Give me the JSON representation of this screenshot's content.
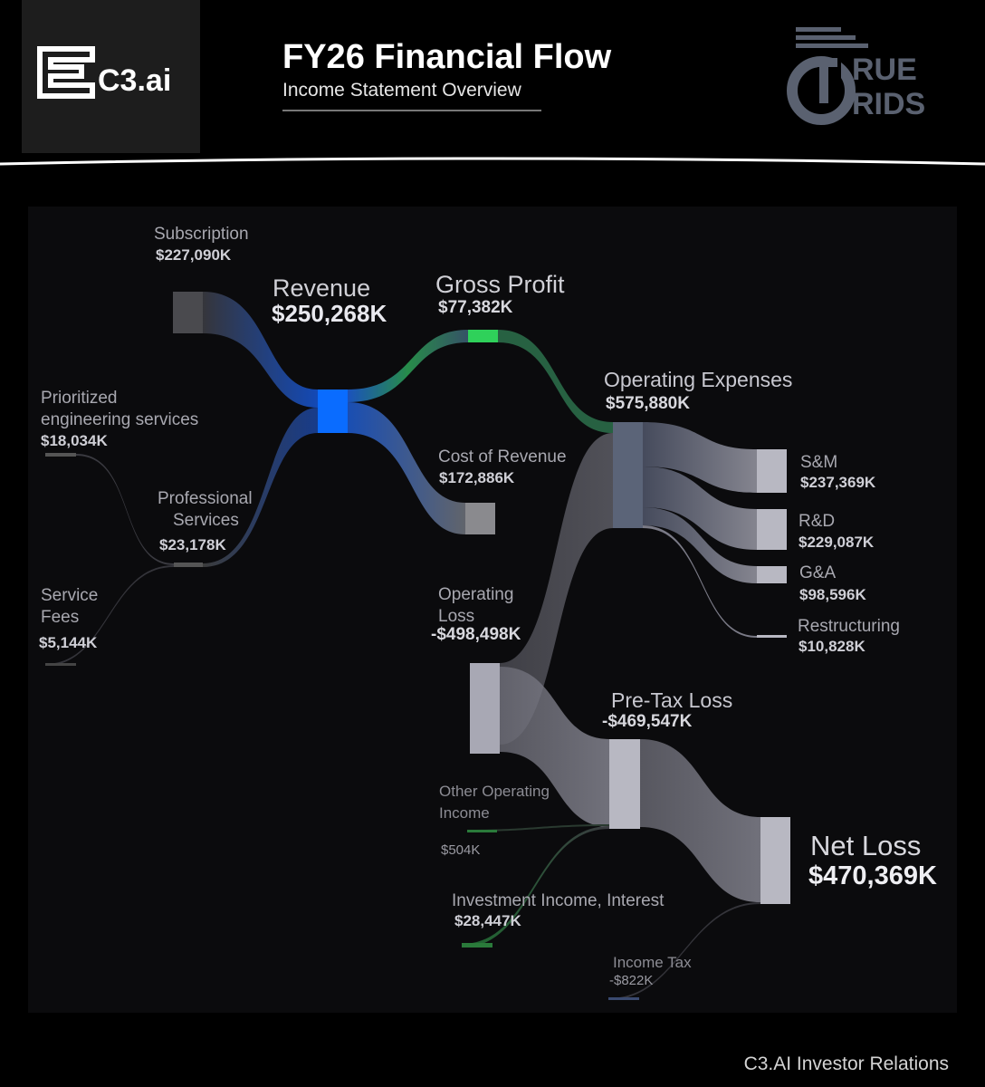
{
  "header": {
    "logo_text": "C3.ai",
    "title": "FY26 Financial Flow",
    "subtitle": "Income Statement Overview",
    "brand_logo": "TRUE GRIDS",
    "brand_line1": "RUE",
    "brand_line2": "RIDS"
  },
  "nodes": {
    "subscription": {
      "name": "Subscription",
      "value": "$227,090K"
    },
    "prioritized": {
      "name_line1": "Prioritized",
      "name_line2": "engineering services",
      "value": "$18,034K"
    },
    "professional": {
      "name_line1": "Professional",
      "name_line2": "Services",
      "value": "$23,178K"
    },
    "service_fees": {
      "name_line1": "Service",
      "name_line2": "Fees",
      "value": "$5,144K"
    },
    "revenue": {
      "name": "Revenue",
      "value": "$250,268K"
    },
    "gross_profit": {
      "name": "Gross Profit",
      "value": "$77,382K"
    },
    "cost_of_revenue": {
      "name": "Cost of Revenue",
      "value": "$172,886K"
    },
    "operating_expenses": {
      "name": "Operating Expenses",
      "value": "$575,880K"
    },
    "sm": {
      "name": "S&M",
      "value": "$237,369K"
    },
    "rd": {
      "name": "R&D",
      "value": "$229,087K"
    },
    "ga": {
      "name": "G&A",
      "value": "$98,596K"
    },
    "restructuring": {
      "name": "Restructuring",
      "value": "$10,828K"
    },
    "operating_loss": {
      "name_line1": "Operating",
      "name_line2": "Loss",
      "value": "-$498,498K"
    },
    "pretax_loss": {
      "name": "Pre-Tax Loss",
      "value": "-$469,547K"
    },
    "other_operating_income": {
      "name_line1": "Other Operating",
      "name_line2": "Income",
      "value": "$504K"
    },
    "investment_income": {
      "name": "Investment Income, Interest",
      "value": "$28,447K"
    },
    "net_loss": {
      "name": "Net Loss",
      "value": "$470,369K"
    },
    "income_tax": {
      "name": "Income Tax",
      "value": "-$822K"
    }
  },
  "colors": {
    "revenue": "#0a6cff",
    "gross_profit": "#2fd15a",
    "cost": "#8a8a8e",
    "opex": "#5b6478",
    "expense_nodes": "#b8b8c2",
    "loss": "#a8a8b4",
    "source": "#4a4a4e",
    "positive_income": "#2a7a3a"
  },
  "footer": "C3.AI Investor Relations"
}
